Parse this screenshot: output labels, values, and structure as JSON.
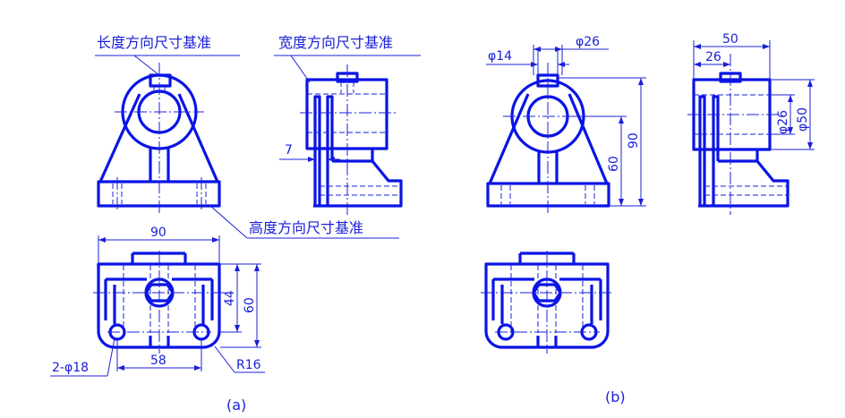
{
  "colors": {
    "line": "#0a14e6",
    "thin": "#1a20d8",
    "background": "#ffffff"
  },
  "labels": {
    "length_datum": "长度方向尺寸基准",
    "width_datum": "宽度方向尺寸基准",
    "height_datum": "高度方向尺寸基准"
  },
  "view_a": {
    "caption": "(a)",
    "dimensions": {
      "overall_width": "90",
      "step_width": "7",
      "hole_spacing_y": "44",
      "overall_depth": "60",
      "hole_spacing_x": "58",
      "holes": "2-φ18",
      "corner_radius": "R16"
    }
  },
  "view_b": {
    "caption": "(b)",
    "dimensions": {
      "boss_diameter_small": "φ14",
      "boss_diameter_large": "φ26",
      "center_height": "60",
      "overall_height": "90",
      "side_width": "50",
      "side_offset": "26",
      "bore_diameter": "φ26",
      "cylinder_diameter": "φ50"
    }
  }
}
